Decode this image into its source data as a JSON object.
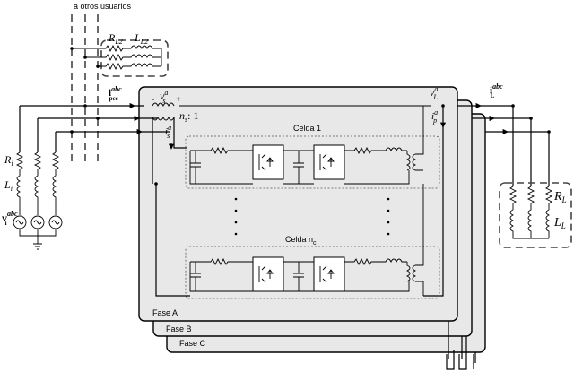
{
  "labels": {
    "other_users": "a otros usuarios",
    "rl2": "R",
    "rl2_sub": "L2",
    "ll2": "L",
    "ll2_sub": "L2",
    "ipcc_main": "i",
    "ipcc_sup": "abc",
    "ipcc_sub": "pcc",
    "vs_main": "v",
    "vs_sup": "a",
    "vs_sub": "s",
    "ns_ratio": "n",
    "ns_sub": "s",
    "ns_tail": ": 1",
    "is_main": "i",
    "is_sup": "a",
    "is_sub": "s",
    "vl_main": "v",
    "vl_sup": "a",
    "vl_sub": "L",
    "ip_main": "i",
    "ip_sup": "a",
    "ip_sub": "p",
    "il_main": "i",
    "il_sup": "abc",
    "il_sub": "L",
    "ri_main": "R",
    "ri_sub": "i",
    "li_main": "L",
    "li_sub": "i",
    "vi_main": "v",
    "vi_sup": "abc",
    "vi_sub": "i",
    "rl_main": "R",
    "rl_sub": "L",
    "ll_main": "L",
    "ll_sub": "L",
    "minus": "-",
    "plus": "+",
    "cell1": "Celda 1",
    "celln": "Celda n",
    "celln_sub": "c",
    "phase_a": "Fase A",
    "phase_b": "Fase B",
    "phase_c": "Fase C"
  },
  "colors": {
    "panel": "#e8e8e8",
    "cell": "#f4f4f4",
    "wire": "#000000"
  }
}
